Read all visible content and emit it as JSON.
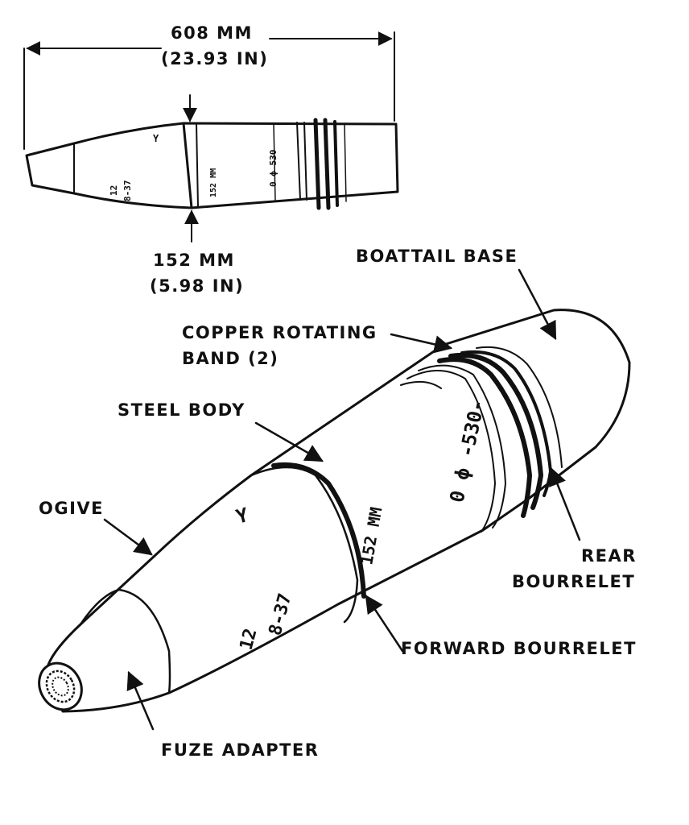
{
  "labels": {
    "length_mm": "608 MM",
    "length_in": "(23.93 IN)",
    "diameter_mm": "152 MM",
    "diameter_in": "(5.98 IN)",
    "boattail_base": "BOATTAIL BASE",
    "copper_band_1": "COPPER ROTATING",
    "copper_band_2": "BAND (2)",
    "steel_body": "STEEL BODY",
    "ogive": "OGIVE",
    "rear_bourrelet_1": "REAR",
    "rear_bourrelet_2": "BOURRELET",
    "forward_bourrelet": "FORWARD BOURRELET",
    "fuze_adapter": "FUZE ADAPTER"
  },
  "markings": {
    "lot_number": "12",
    "lot_code": "8-37",
    "caliber": "152 MM",
    "model": "0 ϕ -530-",
    "symbol": "Y",
    "small_lot_number": "12",
    "small_lot_code": "8-37",
    "small_caliber": "152 MM",
    "small_model": "0 ϕ 530"
  }
}
